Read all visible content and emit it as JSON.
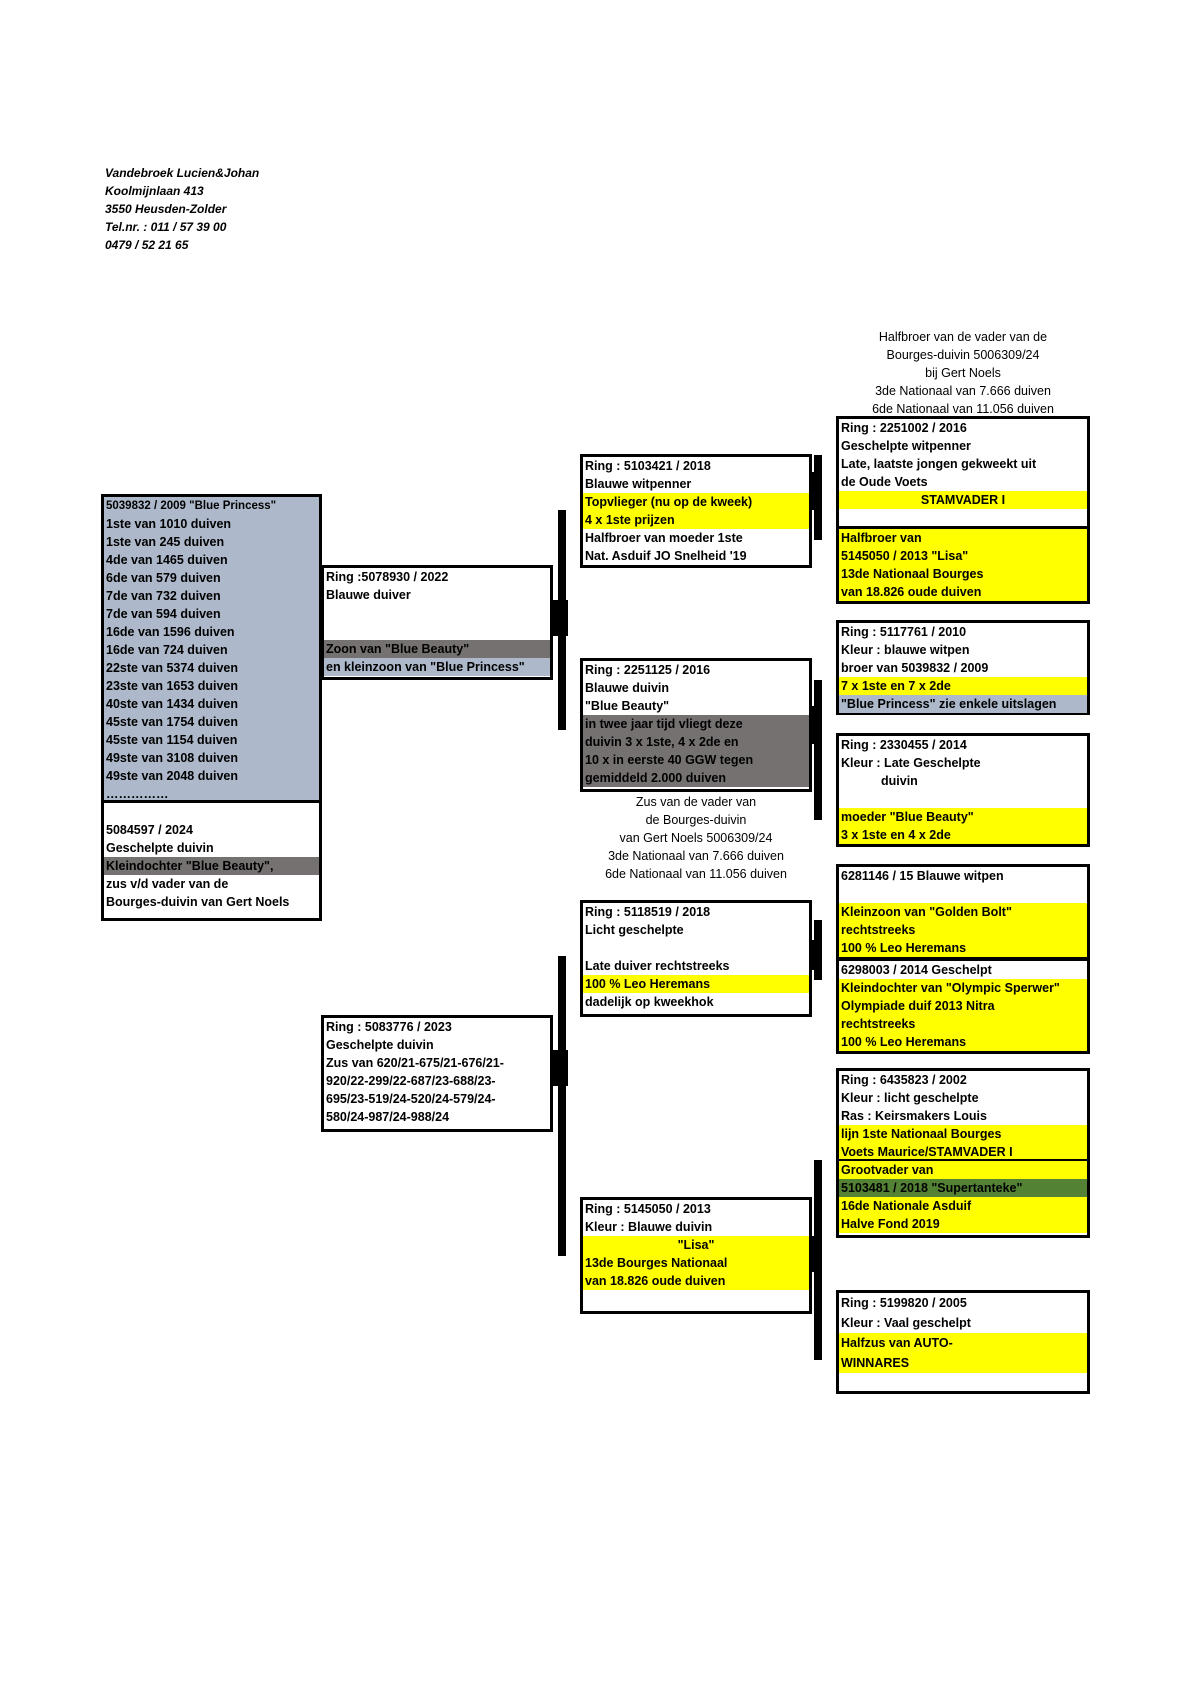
{
  "header": {
    "lines": [
      "Vandebroek Lucien&Johan",
      "Koolmijnlaan 413",
      "3550 Heusden-Zolder",
      "Tel.nr. : 011 / 57 39 00",
      "0479 / 52 21 65"
    ]
  },
  "subject": {
    "lines": [
      "5039832 / 2009 \"Blue Princess\"",
      "1ste van 1010 duiven",
      "1ste van 245 duiven",
      "4de van 1465 duiven",
      "6de van 579 duiven",
      "7de van 732 duiven",
      "7de van 594 duiven",
      "16de van 1596 duiven",
      "16de van 724 duiven",
      "22ste van 5374 duiven",
      "23ste van 1653 duiven",
      "40ste van 1434 duiven",
      "45ste van 1754 duiven",
      "45ste van 1154 duiven",
      "49ste van 3108 duiven",
      "49ste van 2048 duiven",
      "……………",
      "",
      "5084597 / 2024",
      "Geschelpte duivin",
      "Kleindochter \"Blue Beauty\",",
      "zus v/d vader van de",
      "Bourges-duivin van Gert Noels"
    ]
  },
  "father": {
    "lines": [
      "Ring :5078930 / 2022",
      "Blauwe duiver",
      "",
      "",
      "Zoon van \"Blue Beauty\"",
      "en kleinzoon van \"Blue Princess\"",
      ""
    ]
  },
  "mother": {
    "lines": [
      "Ring : 5083776 / 2023",
      "Geschelpte duivin",
      "Zus van 620/21-675/21-676/21-",
      "920/22-299/22-687/23-688/23-",
      "695/23-519/24-520/24-579/24-",
      "580/24-987/24-988/24"
    ]
  },
  "ff": {
    "lines": [
      "Ring : 5103421 / 2018",
      "Blauwe witpenner",
      "Topvlieger (nu op de kweek)",
      "4 x 1ste prijzen",
      "Halfbroer van  moeder 1ste",
      "Nat. Asduif JO Snelheid '19"
    ]
  },
  "fm": {
    "lines": [
      "Ring : 2251125 / 2016",
      "Blauwe duivin",
      "\"Blue Beauty\"",
      "in twee jaar tijd vliegt deze",
      "duivin 3 x 1ste, 4 x 2de en",
      "10 x in eerste 40 GGW tegen",
      "gemiddeld 2.000 duiven"
    ],
    "note": [
      "Zus van de vader van",
      "de Bourges-duivin",
      "van Gert Noels 5006309/24",
      "3de Nationaal van 7.666 duiven",
      "6de Nationaal van 11.056 duiven"
    ]
  },
  "mf": {
    "lines": [
      "Ring : 5118519 / 2018",
      "Licht geschelpte",
      "",
      "Late duiver rechtstreeks",
      "100 % Leo Heremans",
      "dadelijk op kweekhok"
    ]
  },
  "mm": {
    "lines": [
      "Ring : 5145050 / 2013",
      "Kleur : Blauwe duivin",
      "\"Lisa\"",
      "13de Bourges Nationaal",
      "van 18.826 oude duiven",
      ""
    ]
  },
  "fff": {
    "note": [
      "Halfbroer van de vader van de",
      "Bourges-duivin 5006309/24",
      "bij Gert Noels",
      "3de Nationaal van 7.666 duiven",
      "6de Nationaal van 11.056 duiven"
    ],
    "lines": [
      "Ring : 2251002 / 2016",
      "Geschelpte witpenner",
      "Late, laatste jongen gekweekt uit",
      "de Oude Voets",
      "STAMVADER I"
    ]
  },
  "ffm": {
    "lines": [
      "Halfbroer van",
      "5145050 / 2013 \"Lisa\"",
      "13de Nationaal Bourges",
      "van 18.826 oude duiven"
    ]
  },
  "fmf": {
    "lines": [
      "Ring : 5117761 / 2010",
      "Kleur : blauwe witpen",
      "broer van 5039832 / 2009",
      "7 x 1ste en 7 x 2de",
      "\"Blue Princess\" zie enkele uitslagen"
    ]
  },
  "fmm": {
    "lines": [
      "Ring : 2330455 / 2014",
      "Kleur : Late Geschelpte",
      "duivin",
      "",
      "moeder \"Blue Beauty\"",
      "3 x 1ste en 4 x 2de"
    ]
  },
  "mff": {
    "lines": [
      "6281146 / 15 Blauwe witpen",
      "",
      "Kleinzoon van \"Golden Bolt\"",
      "rechtstreeks",
      "100 % Leo Heremans"
    ]
  },
  "mfm": {
    "lines": [
      "6298003 / 2014 Geschelpt",
      "Kleindochter van \"Olympic Sperwer\"",
      "Olympiade duif 2013 Nitra",
      "rechtstreeks",
      "100 % Leo Heremans"
    ]
  },
  "mmf": {
    "lines": [
      "Ring : 6435823 / 2002",
      "Kleur : licht geschelpte",
      "Ras : Keirsmakers Louis",
      "lijn 1ste Nationaal Bourges",
      "Voets Maurice/STAMVADER I",
      "Grootvader van",
      "5103481 / 2018 \"Supertanteke\"",
      "16de Nationale Asduif",
      "Halve Fond 2019"
    ]
  },
  "mmm": {
    "lines": [
      "Ring :  5199820 / 2005",
      "Kleur : Vaal geschelpt",
      "Halfzus van AUTO-",
      "WINNARES",
      ""
    ]
  },
  "colors": {
    "yellow": "#ffff00",
    "gray": "#757171",
    "blue_gray": "#adb9ca",
    "green": "#548235"
  }
}
